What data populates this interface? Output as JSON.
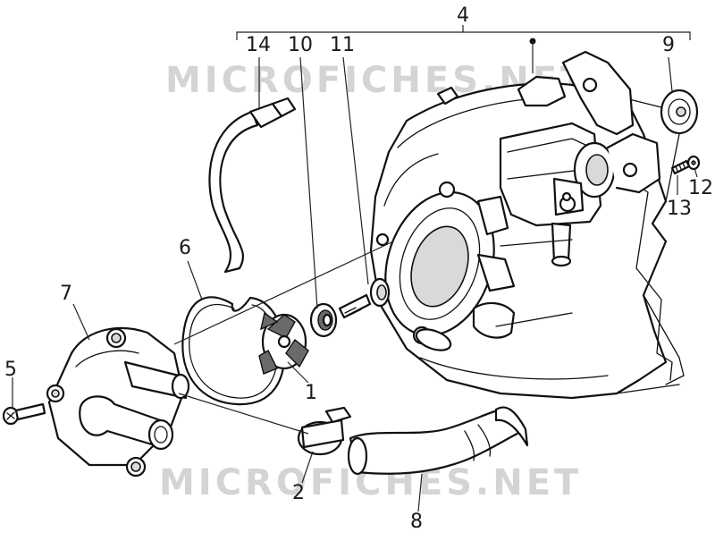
{
  "watermark": {
    "text": "MICROFICHES.NET",
    "color": "#d4d4d4"
  },
  "callouts": [
    {
      "id": "1",
      "label": "1"
    },
    {
      "id": "2",
      "label": "2"
    },
    {
      "id": "4",
      "label": "4"
    },
    {
      "id": "5",
      "label": "5"
    },
    {
      "id": "6",
      "label": "6"
    },
    {
      "id": "7",
      "label": "7"
    },
    {
      "id": "8",
      "label": "8"
    },
    {
      "id": "9",
      "label": "9"
    },
    {
      "id": "10",
      "label": "10"
    },
    {
      "id": "11",
      "label": "11"
    },
    {
      "id": "12",
      "label": "12"
    },
    {
      "id": "13",
      "label": "13"
    },
    {
      "id": "14",
      "label": "14"
    }
  ]
}
